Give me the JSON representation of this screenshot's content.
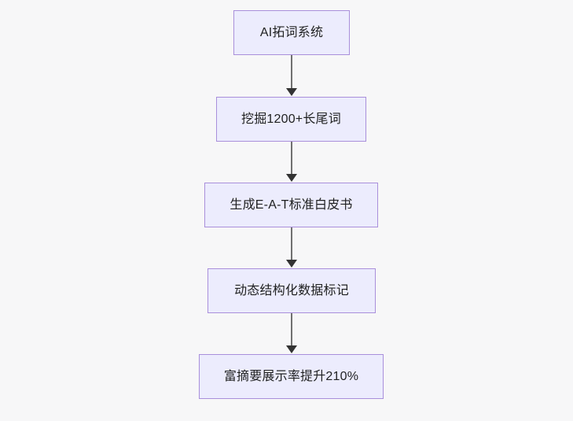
{
  "diagram": {
    "type": "flowchart",
    "direction": "top-to-bottom",
    "background_color": "#f7f7f8",
    "node_fill_color": "#ececfd",
    "node_border_color": "#a98fdb",
    "node_text_color": "#1f2020",
    "edge_color": "#707070",
    "arrowhead_color": "#333333",
    "nodes": [
      {
        "id": "n1",
        "label": "AI拓词系统"
      },
      {
        "id": "n2",
        "label": "挖掘1200+长尾词"
      },
      {
        "id": "n3",
        "label": "生成E-A-T标准白皮书"
      },
      {
        "id": "n4",
        "label": "动态结构化数据标记"
      },
      {
        "id": "n5",
        "label": "富摘要展示率提升210%"
      }
    ],
    "edges": [
      {
        "from": "n1",
        "to": "n2",
        "label": ""
      },
      {
        "from": "n2",
        "to": "n3",
        "label": ""
      },
      {
        "from": "n3",
        "to": "n4",
        "label": ""
      },
      {
        "from": "n4",
        "to": "n5",
        "label": ""
      }
    ]
  }
}
